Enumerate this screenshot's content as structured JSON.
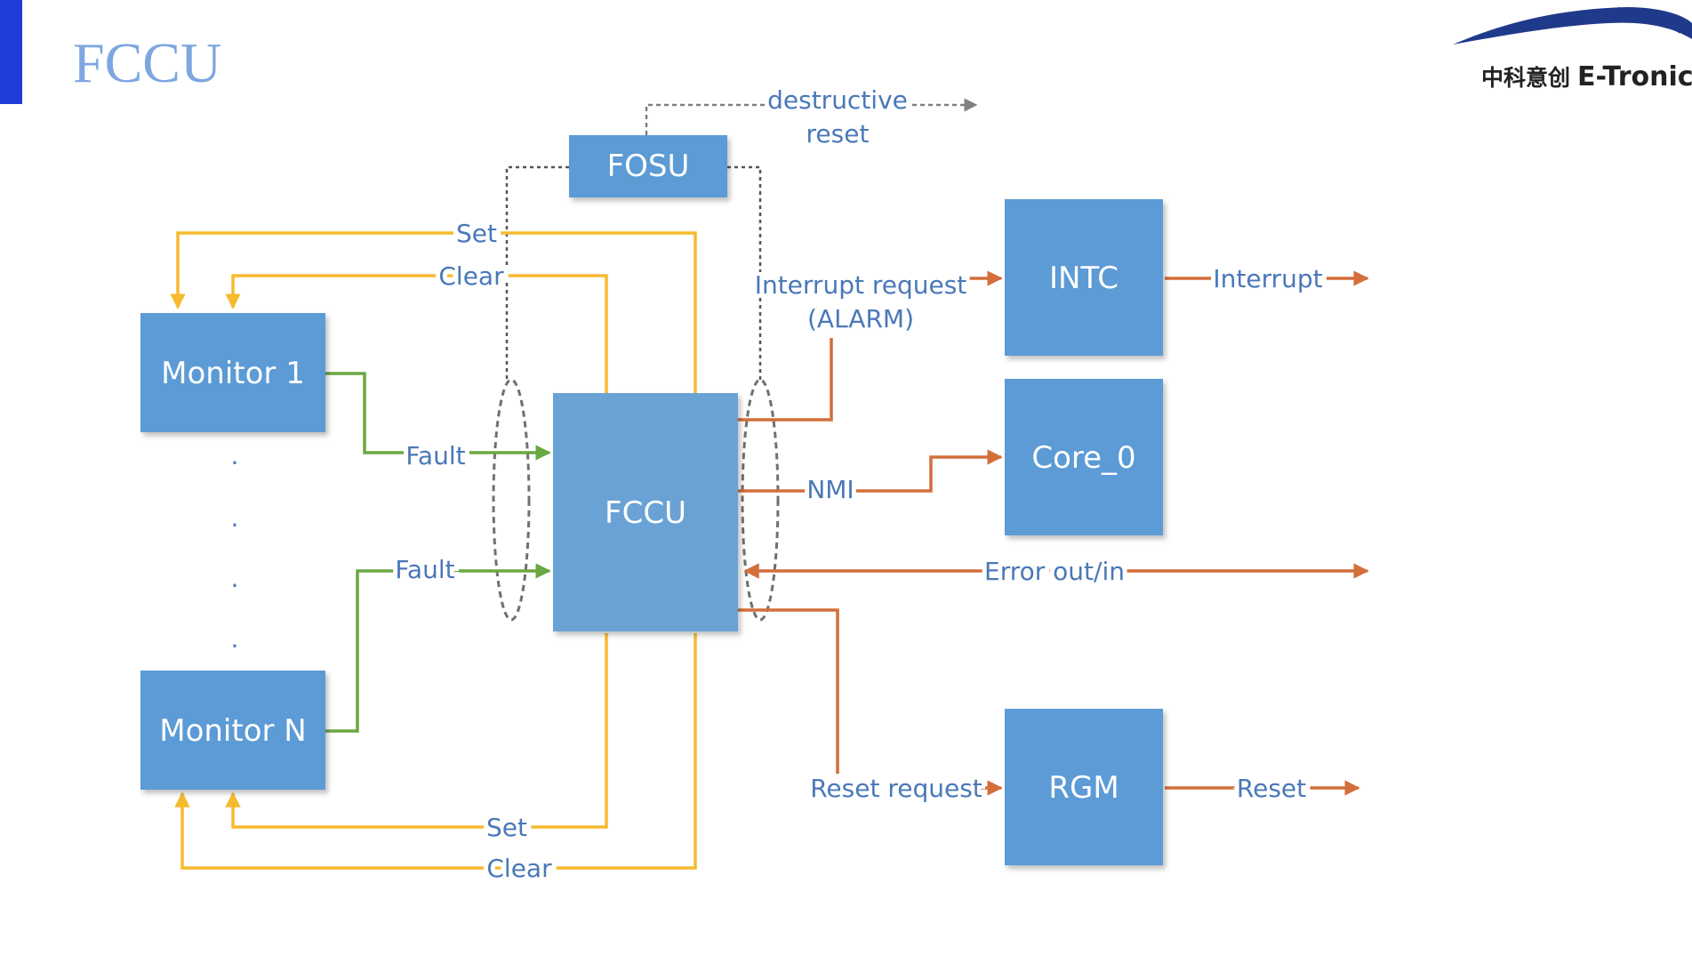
{
  "slide": {
    "title": "FCCU"
  },
  "logo": {
    "cn": "中科意创",
    "en": "E-Tronic"
  },
  "colors": {
    "title_bar": "#1f3ed8",
    "title_text": "#7ea6e0",
    "box": "#5b9bd5",
    "box_center": "#6aa2d6",
    "yellow": "#f6ba2f",
    "green": "#6aa842",
    "orange": "#d46e3a",
    "gray": "#808080",
    "label": "#4a78b8"
  },
  "blocks": {
    "fosu": "FOSU",
    "monitor1": "Monitor 1",
    "monitorN": "Monitor N",
    "fccu": "FCCU",
    "intc": "INTC",
    "core0": "Core_0",
    "rgm": "RGM"
  },
  "labels": {
    "destructive": "destructive",
    "reset_word": "reset",
    "set_top": "Set",
    "clear_top": "Clear",
    "fault_1": "Fault",
    "fault_n": "Fault",
    "interrupt_request": "Interrupt request",
    "alarm": "(ALARM)",
    "interrupt": "Interrupt",
    "nmi": "NMI",
    "error_out_in": "Error out/in",
    "reset_request": "Reset request",
    "reset_out": "Reset",
    "set_bottom": "Set",
    "clear_bottom": "Clear",
    "dot1": ".",
    "dot2": ".",
    "dot3": ".",
    "dot4": "."
  }
}
